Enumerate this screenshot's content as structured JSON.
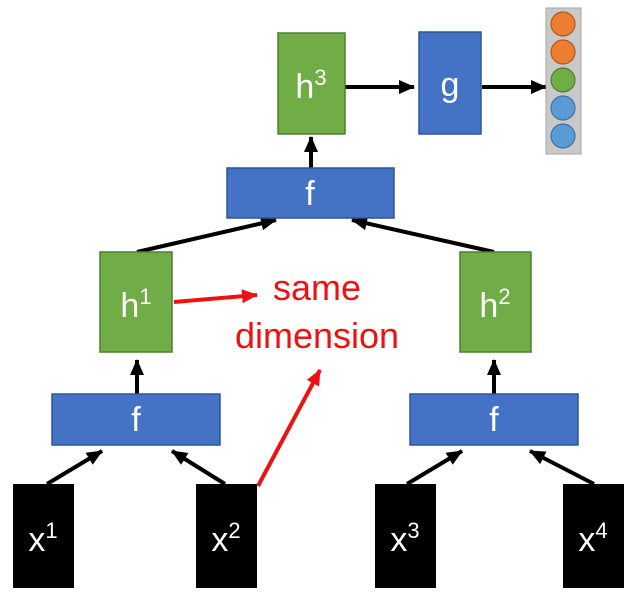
{
  "colors": {
    "input_box": "#000000",
    "hidden_box": "#70ad47",
    "hidden_border": "#507e32",
    "function_box": "#4472c4",
    "function_border": "#2f5597",
    "arrow": "#000000",
    "annotation": "#ee1111",
    "output_panel": "#c9c9c9",
    "output_orange": "#ed7d31",
    "output_green": "#70ad47",
    "output_blue": "#5b9bd5"
  },
  "inputs": [
    {
      "base": "x",
      "sup": "1"
    },
    {
      "base": "x",
      "sup": "2"
    },
    {
      "base": "x",
      "sup": "3"
    },
    {
      "base": "x",
      "sup": "4"
    }
  ],
  "functions": {
    "left_f": "f",
    "right_f": "f",
    "top_f": "f",
    "g": "g"
  },
  "hidden": [
    {
      "base": "h",
      "sup": "1"
    },
    {
      "base": "h",
      "sup": "2"
    },
    {
      "base": "h",
      "sup": "3"
    }
  ],
  "annotation": {
    "line1": "same",
    "line2": "dimension"
  },
  "output_vector": {
    "cells": [
      "orange",
      "orange",
      "green",
      "blue",
      "blue"
    ]
  }
}
